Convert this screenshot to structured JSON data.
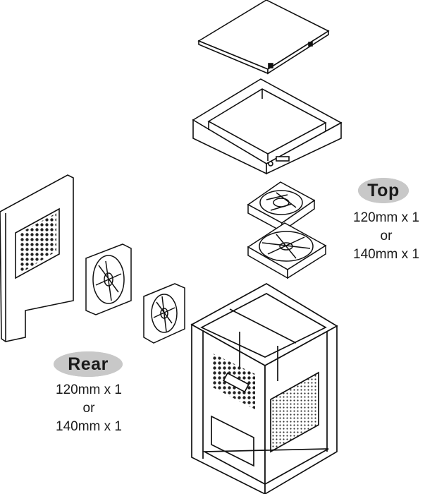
{
  "labels": {
    "top": {
      "title": "Top",
      "line1": "120mm x 1",
      "line2": "or",
      "line3": "140mm x 1"
    },
    "rear": {
      "title": "Rear",
      "line1": "120mm x 1",
      "line2": "or",
      "line3": "140mm x 1"
    }
  },
  "colors": {
    "badge_fill": "#c8c8c8",
    "line": "#111111"
  }
}
